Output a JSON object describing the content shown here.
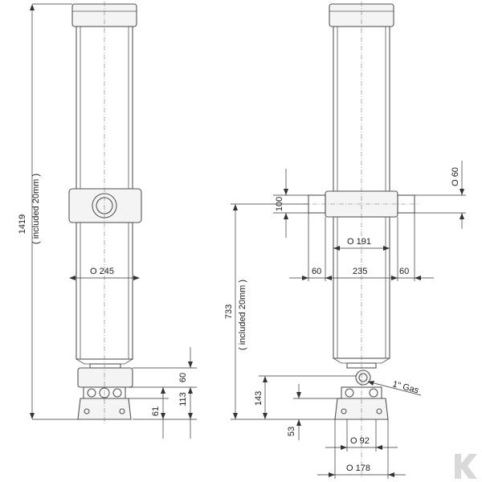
{
  "left_view": {
    "overall_height": "1419",
    "overall_height_note": "( included 20mm )",
    "diameter": "O 245",
    "base_dim_top": "60",
    "base_dim_mid": "113",
    "base_dim_low": "61"
  },
  "right_view": {
    "stroke_height": "733",
    "stroke_height_note": "( included 20mm )",
    "pin_dim": "100",
    "pin_diameter": "O 60",
    "collar_diameter": "O 191",
    "span_left": "60",
    "span_center": "235",
    "span_right": "60",
    "port_label": "1\" Gas",
    "base_height": "143",
    "base_offset": "53",
    "base_diameter_inner": "O 92",
    "base_diameter_outer": "O 178"
  },
  "logo": {
    "text": "K"
  }
}
